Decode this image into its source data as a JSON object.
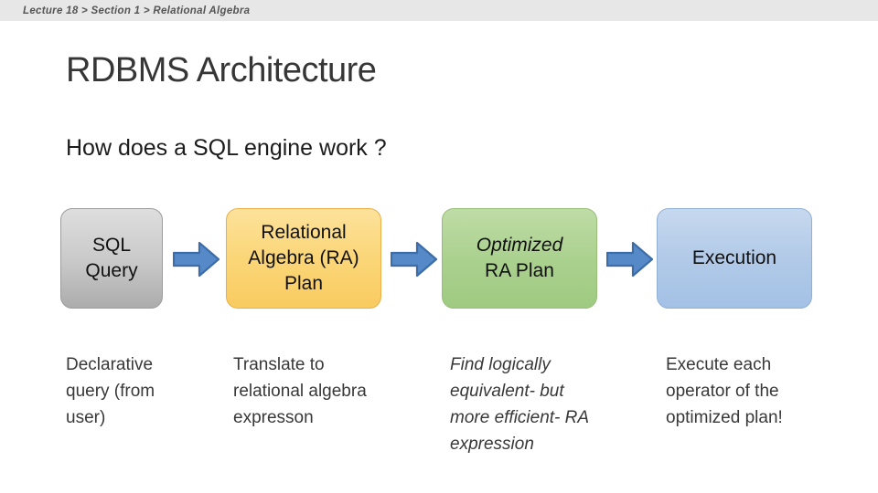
{
  "breadcrumb": {
    "text": "Lecture 18 > Section 1 > Relational Algebra"
  },
  "title": "RDBMS Architecture",
  "subtitle": "How does a SQL engine work ?",
  "flow": {
    "steps": [
      {
        "name": "sql-query",
        "lines": [
          "SQL",
          "Query"
        ]
      },
      {
        "name": "relational-algebra-plan",
        "lines": [
          "Relational",
          "Algebra (RA)",
          "Plan"
        ]
      },
      {
        "name": "optimized-ra-plan",
        "lines": [
          "Optimized",
          "RA Plan"
        ]
      },
      {
        "name": "execution",
        "lines": [
          "Execution"
        ]
      }
    ],
    "colors": {
      "gray_fill": "#C8C8C8",
      "gray_border": "#9C9C9C",
      "orange_fill": "#FBD678",
      "orange_border": "#EBAE49",
      "green_fill": "#ABD18F",
      "green_border": "#97BE77",
      "blue_fill": "#B2CAE8",
      "blue_border": "#90AFD4",
      "arrow_fill": "#5589C8",
      "arrow_border": "#3D6DA8"
    }
  },
  "descriptions": [
    {
      "lines": [
        "Declarative",
        "query (from",
        "user)"
      ]
    },
    {
      "lines": [
        "Translate to",
        "relational algebra",
        "expresson"
      ]
    },
    {
      "lines": [
        "Find logically",
        "equivalent- but",
        "more efficient- RA",
        "expression"
      ]
    },
    {
      "lines": [
        "Execute each",
        "operator of the",
        "optimized plan!"
      ]
    }
  ]
}
